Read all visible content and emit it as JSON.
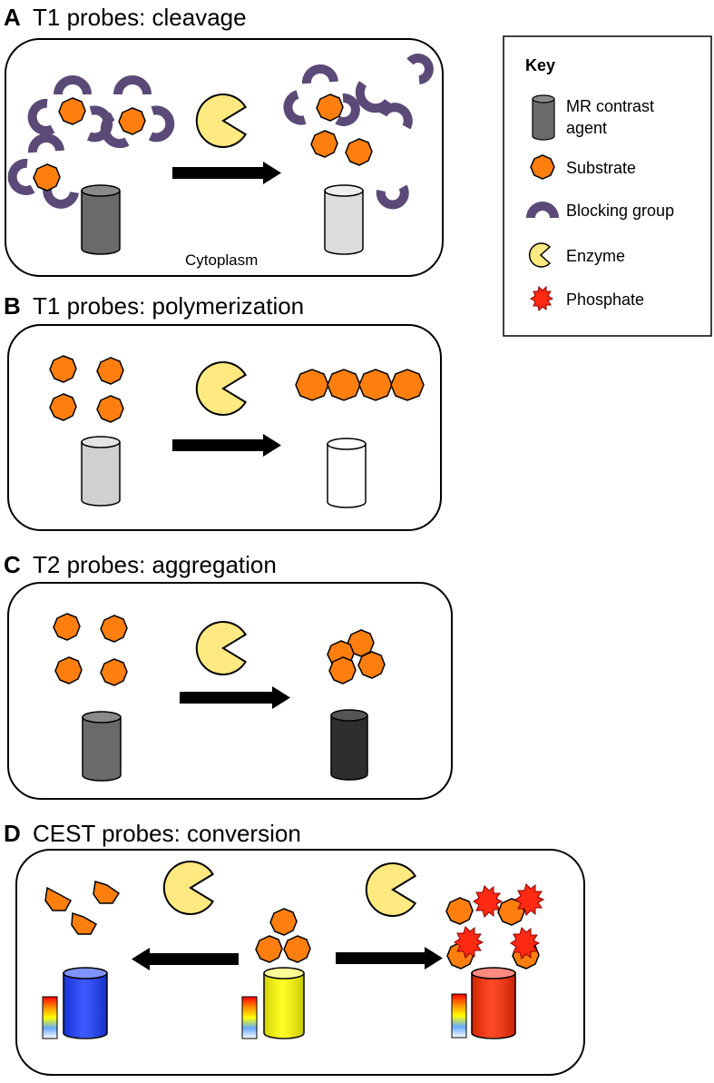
{
  "panels": [
    {
      "letter": "A",
      "title": "T1 probes: cleavage",
      "note": "Cytoplasm"
    },
    {
      "letter": "B",
      "title": "T1 probes: polymerization"
    },
    {
      "letter": "C",
      "title": "T2 probes: aggregation"
    },
    {
      "letter": "D",
      "title": "CEST probes: conversion"
    }
  ],
  "key": {
    "heading": "Key",
    "items": [
      {
        "label_line1": "MR contrast",
        "label_line2": "agent",
        "icon": "contrast-agent-icon"
      },
      {
        "label_line1": "Substrate",
        "icon": "substrate-icon"
      },
      {
        "label_line1": "Blocking group",
        "icon": "blocking-group-icon"
      },
      {
        "label_line1": "Enzyme",
        "icon": "enzyme-icon"
      },
      {
        "label_line1": "Phosphate",
        "icon": "phosphate-icon"
      }
    ]
  },
  "colors": {
    "substrate": "#ff7f0e",
    "blocking": "#5b4a78",
    "enzyme": "#ffe980",
    "phosphate": "#ff2a12",
    "cest_blue": "#1a3cff",
    "cest_yellow": "#ffff00",
    "cest_red": "#ff2a00"
  }
}
